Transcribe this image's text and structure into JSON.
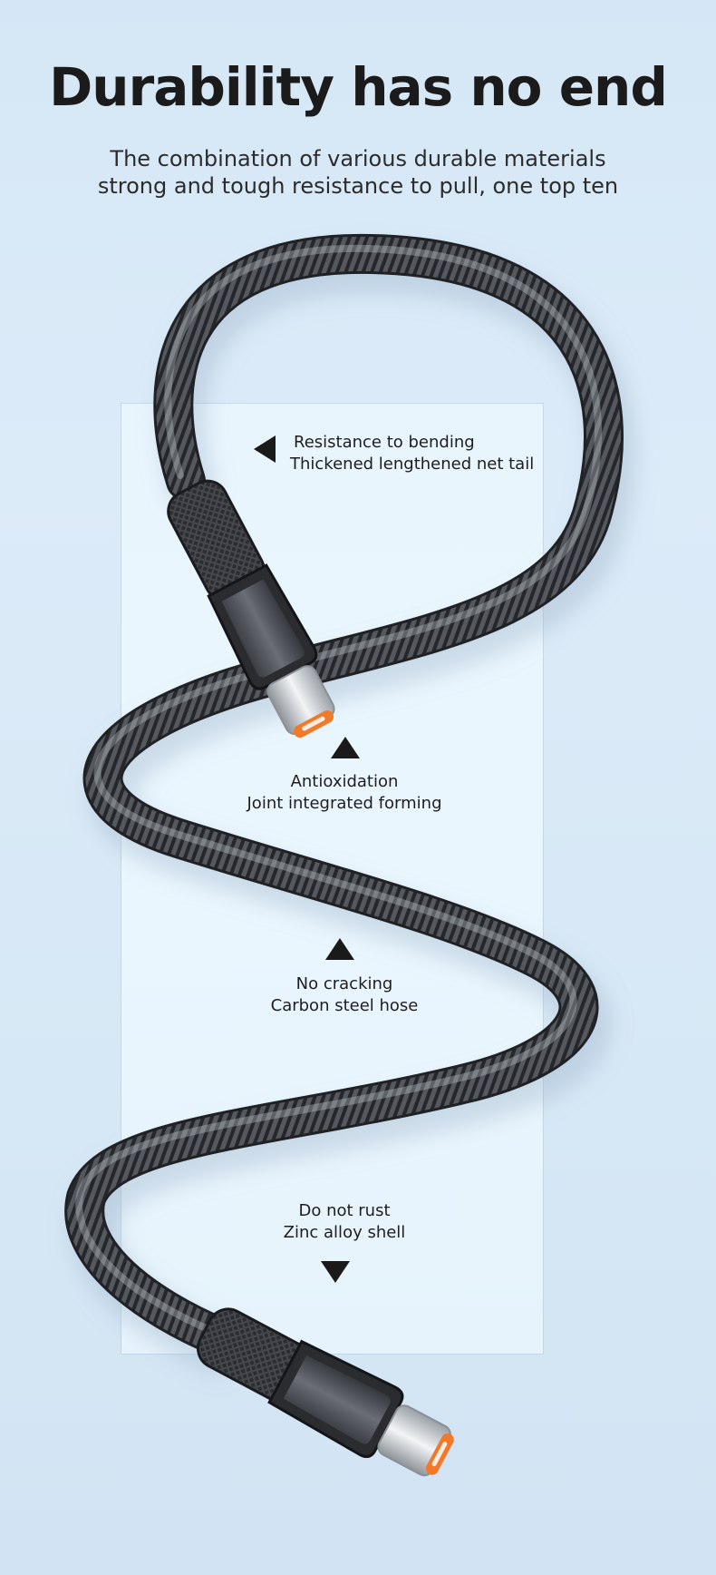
{
  "header": {
    "title": "Durability has no end",
    "subtitle_line1": "The combination of various durable materials",
    "subtitle_line2": "strong and tough resistance to pull, one top ten"
  },
  "features": [
    {
      "title": "Resistance to bending",
      "detail": "Thickened lengthened net tail",
      "pointer": "left"
    },
    {
      "title": "Antioxidation",
      "detail": "Joint integrated forming",
      "pointer": "up"
    },
    {
      "title": "No cracking",
      "detail": "Carbon steel hose",
      "pointer": "up"
    },
    {
      "title": "Do not rust",
      "detail": "Zinc alloy shell",
      "pointer": "down"
    }
  ],
  "colors": {
    "background": "#d5e7f6",
    "panel": "#e9f5fd",
    "cable": "#3a3d42",
    "connector_tip": "#f07a2a"
  }
}
